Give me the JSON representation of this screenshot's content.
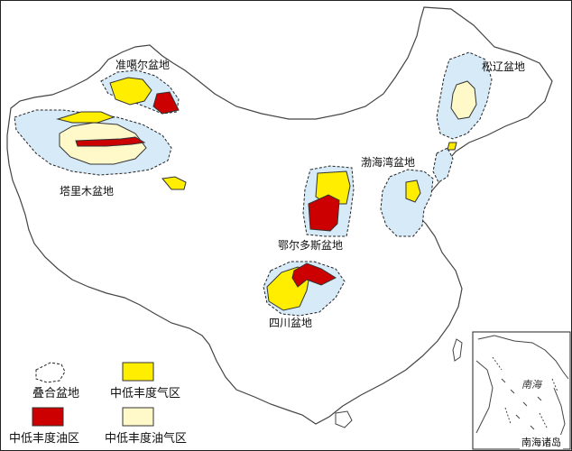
{
  "map": {
    "basins": {
      "junggar": "准噶尔盆地",
      "tarim": "塔里木盆地",
      "songliao": "松辽盆地",
      "bohai_bay": "渤海湾盆地",
      "ordos": "鄂尔多斯盆地",
      "sichuan": "四川盆地"
    },
    "inset": {
      "sea_label": "南海",
      "title": "南海诸岛"
    }
  },
  "legend": {
    "items": [
      {
        "label": "叠合盆地",
        "color": "#ffffff",
        "style": "dashed-outline"
      },
      {
        "label": "中低丰度气区",
        "color": "#ffee00"
      },
      {
        "label": "中低丰度油区",
        "color": "#cc0000"
      },
      {
        "label": "中低丰度油气区",
        "color": "#fff8c8"
      }
    ]
  },
  "colors": {
    "basin_fill": "#d6eaf8",
    "gas": "#ffee00",
    "oil": "#cc0000",
    "oil_gas": "#fff8c8",
    "border": "#555555"
  }
}
